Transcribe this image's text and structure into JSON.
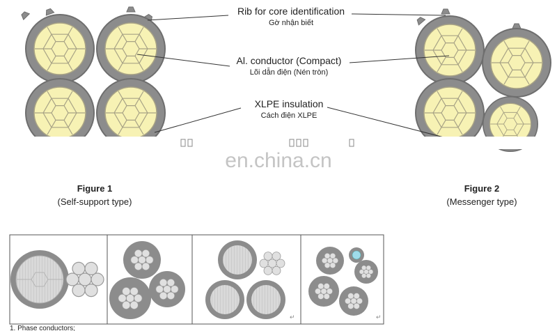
{
  "labels": {
    "rib_en": "Rib for core identification",
    "rib_vi": "Gờ nhận biết",
    "conductor_en": "Al. conductor (Compact)",
    "conductor_vi": "Lõi dẫn điện (Nén tròn)",
    "insulation_en": "XLPE insulation",
    "insulation_vi": "Cách điện XLPE"
  },
  "figures": {
    "fig1_title": "Figure 1",
    "fig1_sub": "(Self-support type)",
    "fig2_title": "Figure 2",
    "fig2_sub": "(Messenger type)"
  },
  "watermark": "en.china.cn",
  "footer_note": "1. Phase conductors;",
  "colors": {
    "insulation": "#8c8c8c",
    "insulation_edge": "#6e6e6e",
    "conductor": "#f7f2b4",
    "conductor_lines": "#a7a285"
  }
}
